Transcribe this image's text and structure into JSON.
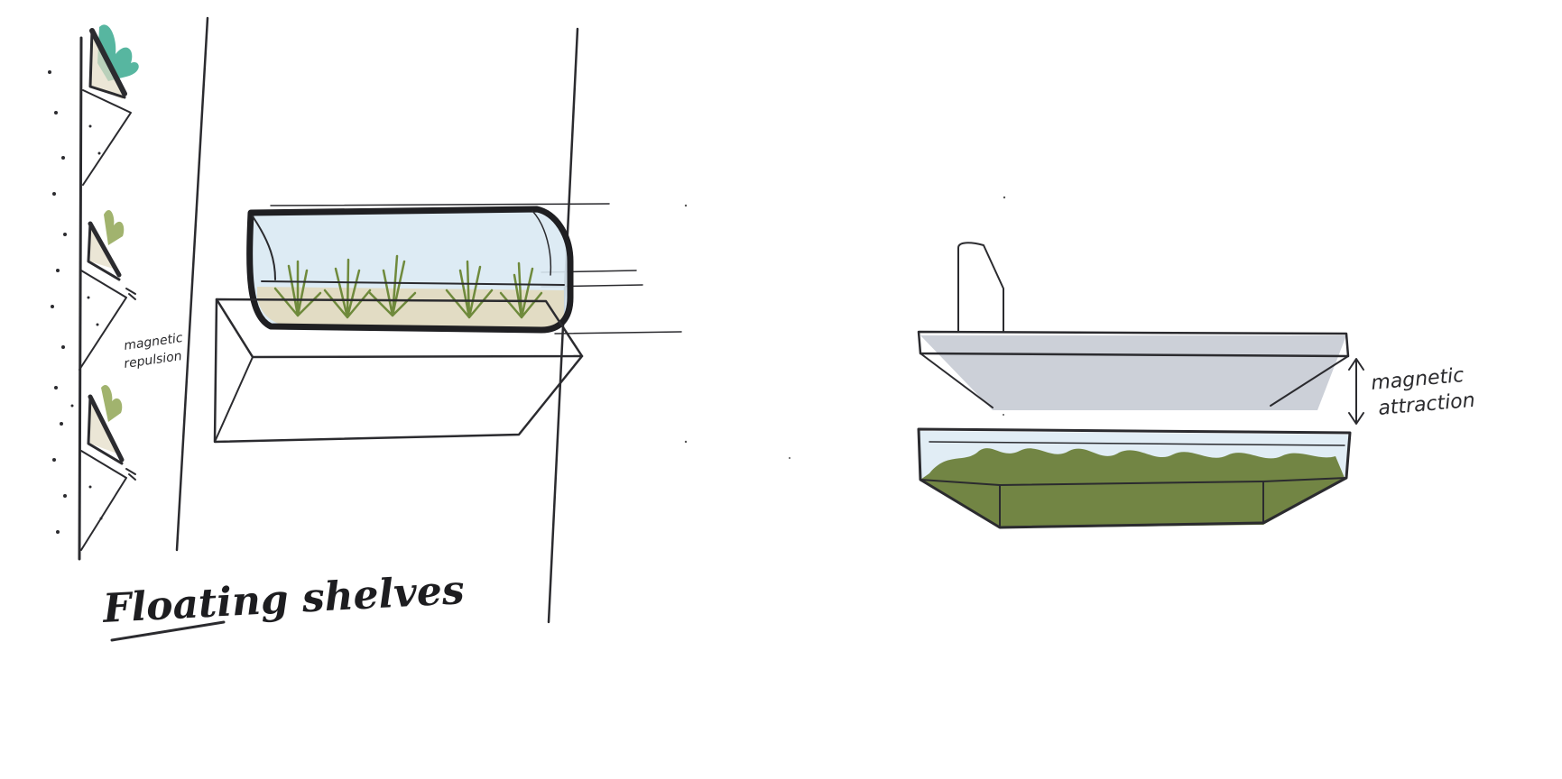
{
  "title": "Floating shelves",
  "annotations": {
    "repulsion_line1": "magnetic",
    "repulsion_line2": "repulsion",
    "attraction_line1": "magnetic",
    "attraction_line2": "attraction"
  },
  "colors": {
    "ink": "#2b2b2f",
    "glass_blue": "#d9e9f3",
    "soil_sand": "#e2dcc4",
    "plant_green": "#6f8a3c",
    "succulent_teal": "#3aa98f",
    "moss_green": "#6c7f3a",
    "shelf_gray": "#c7cbd4"
  },
  "icons": {
    "arrow": "double-arrow-icon",
    "plant": "grass-plant-icon"
  }
}
